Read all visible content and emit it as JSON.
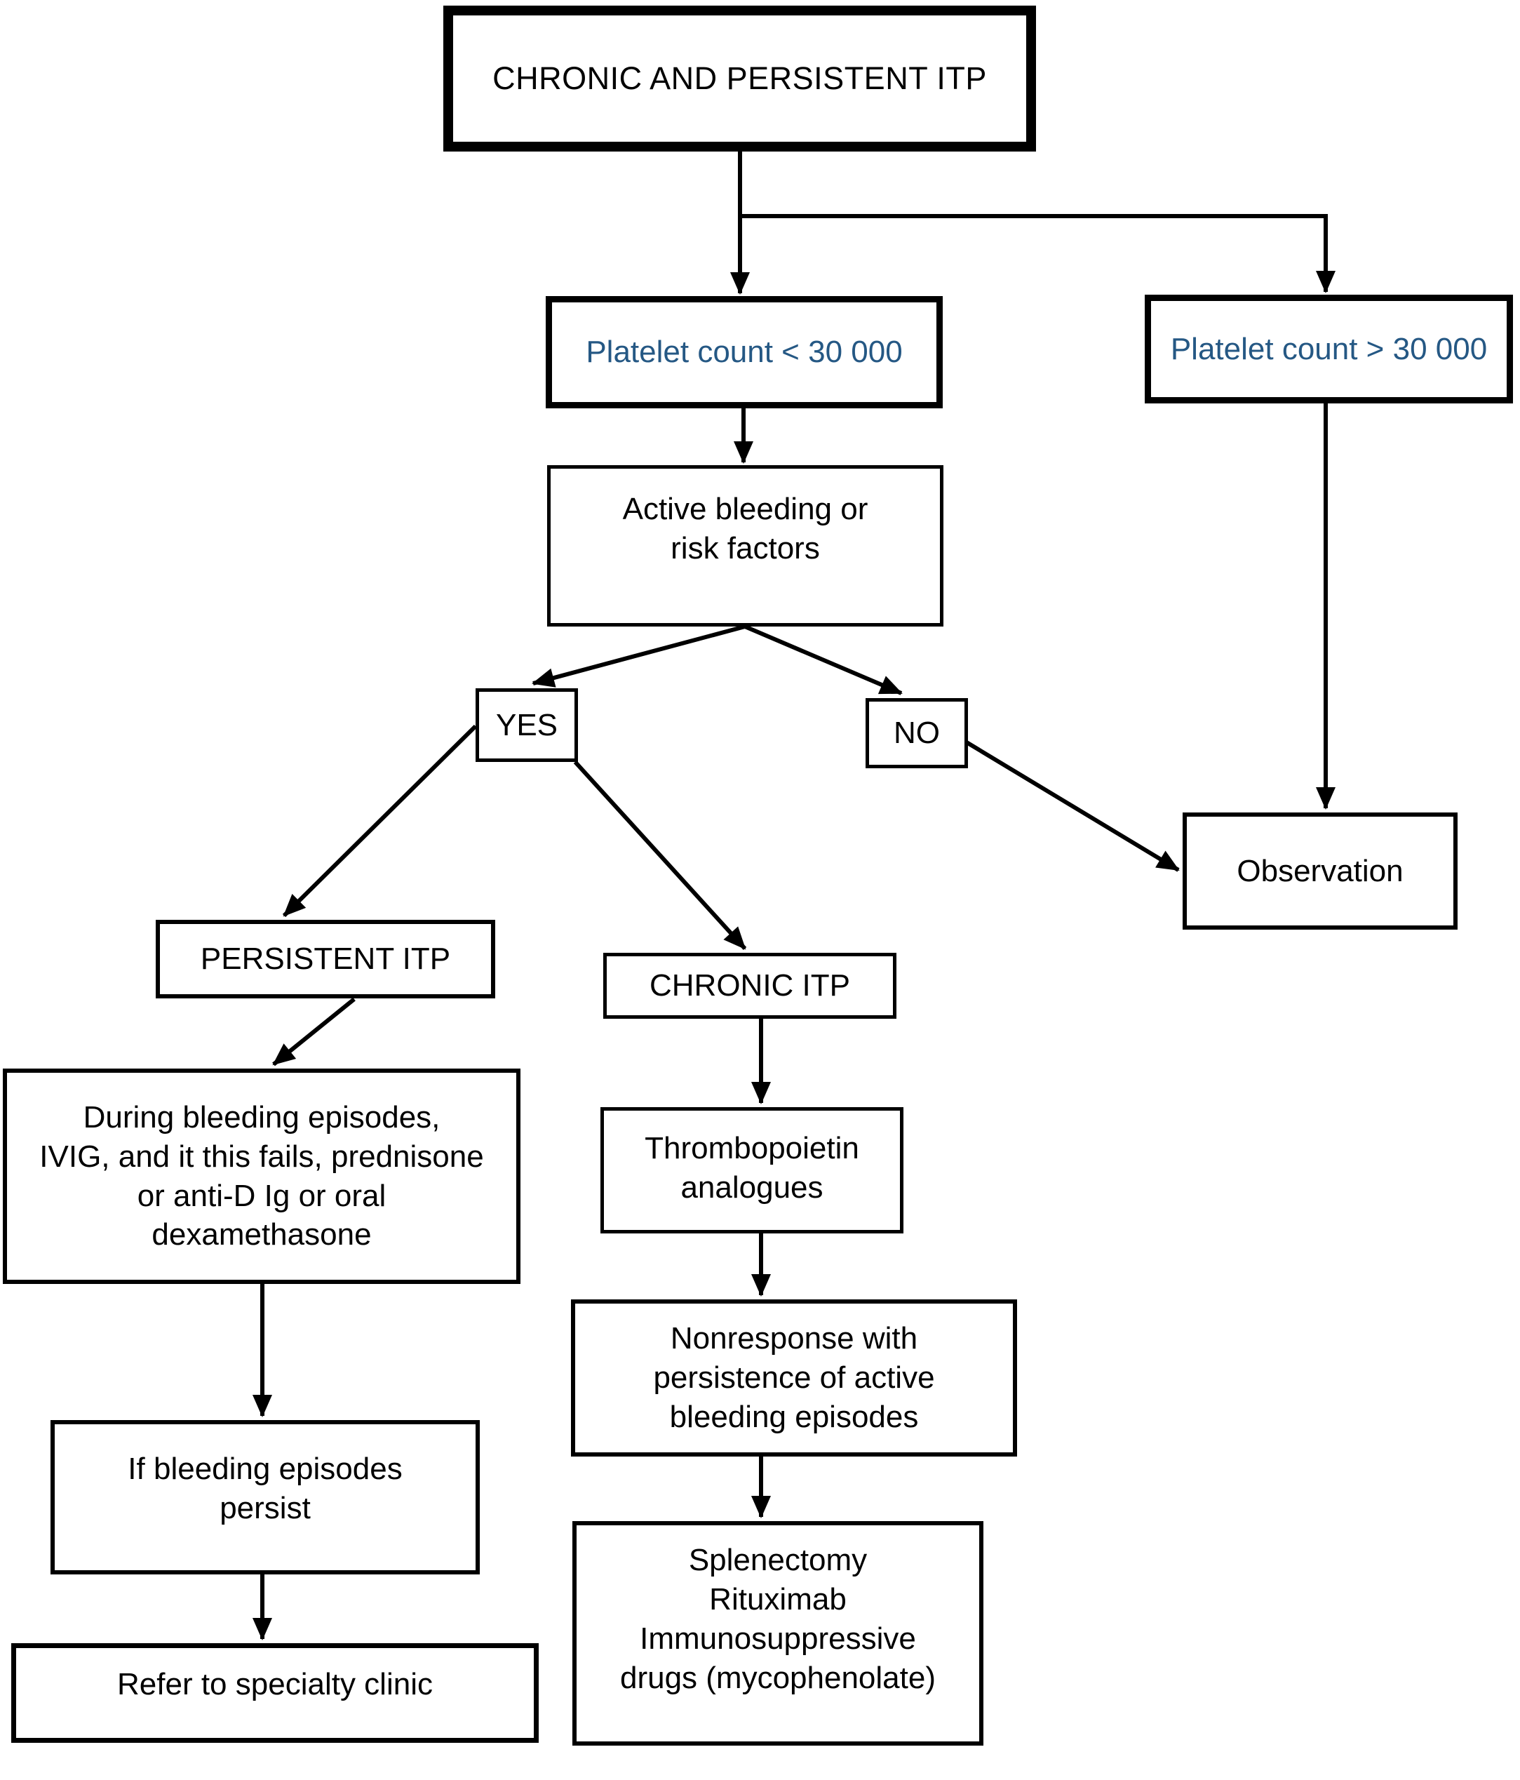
{
  "diagram": {
    "figure_type": "flowchart",
    "colors": {
      "platelet_text": "#255884",
      "line": "#000000",
      "background": "#ffffff"
    },
    "nodes": {
      "title": {
        "label": "CHRONIC AND PERSISTENT ITP"
      },
      "platelet_low": {
        "label": "Platelet count < 30 000"
      },
      "platelet_high": {
        "label": "Platelet count > 30 000"
      },
      "active_bleeding": {
        "label": "Active bleeding or\nrisk factors"
      },
      "yes": {
        "label": "YES"
      },
      "no": {
        "label": "NO"
      },
      "observation": {
        "label": "Observation"
      },
      "persistent_itp": {
        "label": "PERSISTENT ITP"
      },
      "chronic_itp": {
        "label": "CHRONIC ITP"
      },
      "during_bleeding": {
        "label": "During bleeding episodes,\nIVIG, and it this fails, prednisone\nor anti-D Ig or oral\ndexamethasone"
      },
      "thrombopoietin": {
        "label": "Thrombopoietin\nanalogues"
      },
      "nonresponse": {
        "label": "Nonresponse with\npersistence of active\nbleeding episodes"
      },
      "if_bleeding": {
        "label": "If bleeding episodes\npersist"
      },
      "refer": {
        "label": "Refer to specialty clinic"
      },
      "splenectomy": {
        "label": "Splenectomy\nRituximab\nImmunosuppressive\ndrugs (mycophenolate)"
      }
    }
  }
}
